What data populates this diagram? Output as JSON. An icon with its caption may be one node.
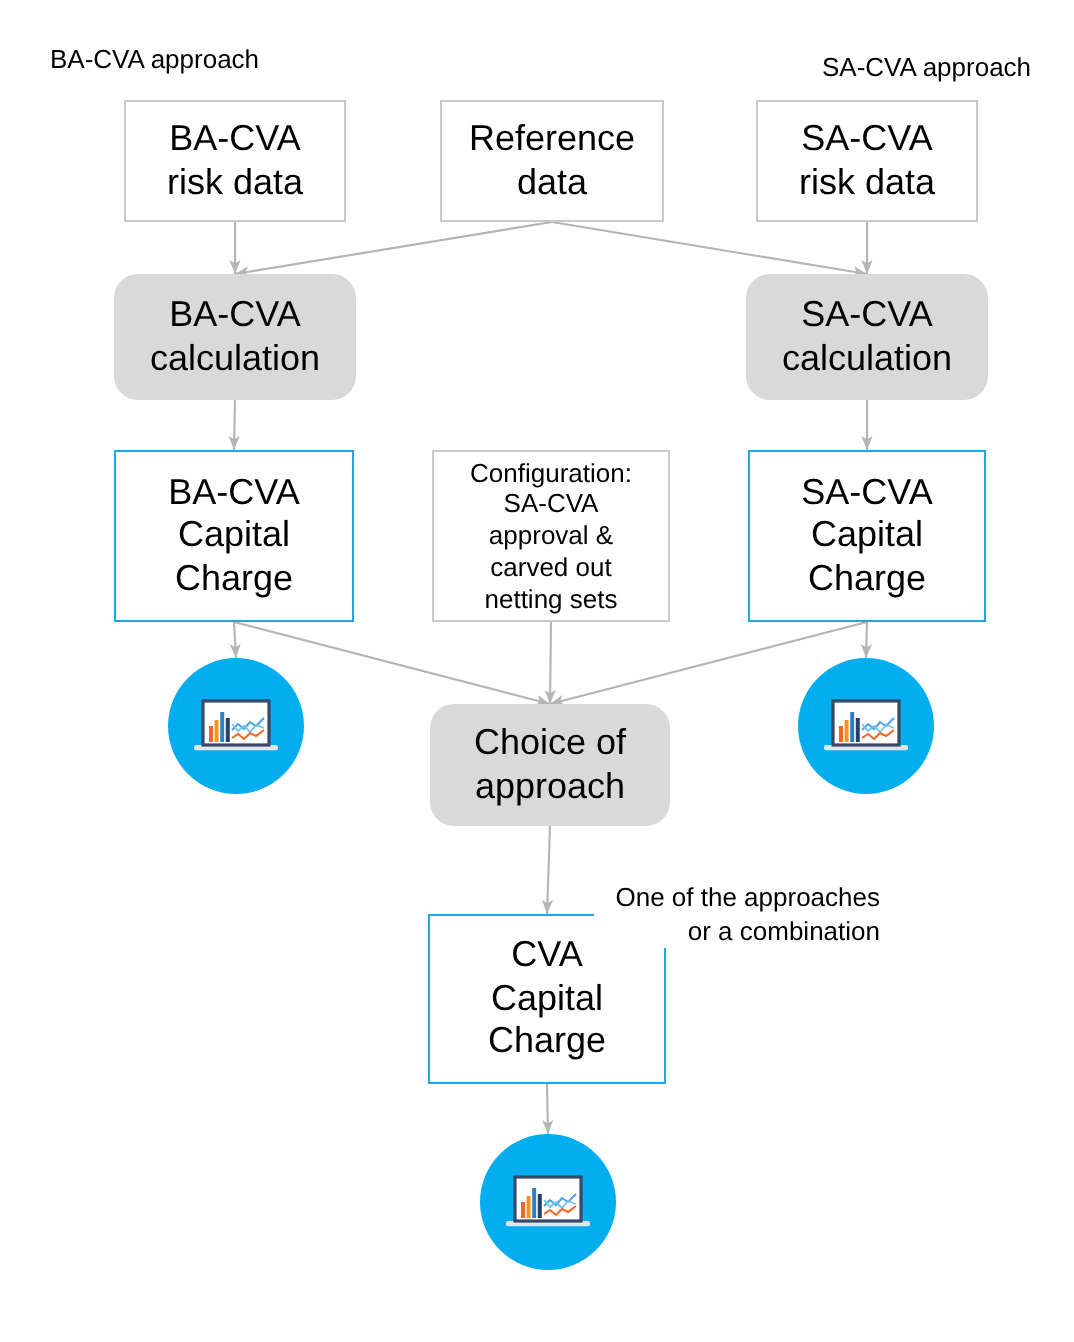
{
  "diagram": {
    "nodes": [
      {
        "text": [
          "BA-CVA risk data"
        ]
      },
      {
        "text": [
          "Reference data"
        ]
      },
      {
        "text": [
          "SA-CVA risk data"
        ]
      },
      {
        "text": [
          "BA-CVA calculation"
        ]
      },
      {
        "text": [
          "SA-CVA calculation"
        ]
      },
      {
        "text": [
          "BA-CVA Capital Charge"
        ]
      },
      {
        "text": [
          "Configuration: SA-CVA approval & carved out netting sets"
        ]
      },
      {
        "text": [
          "SA-CVA Capital Charge"
        ]
      },
      {
        "text": [],
        "shape": "picture"
      },
      {
        "text": [
          "Choice of approach"
        ]
      },
      {
        "text": [],
        "shape": "picture"
      },
      {
        "text": [
          "CVA Capital Charge"
        ]
      },
      {
        "text": [],
        "shape": "picture"
      }
    ],
    "edges": [
      {
        "from": 0,
        "to": 3,
        "arrow": "to"
      },
      {
        "from": 1,
        "to": 3,
        "arrow": "to"
      },
      {
        "from": 1,
        "to": 4,
        "arrow": "to"
      },
      {
        "from": 2,
        "to": 4,
        "arrow": "to"
      },
      {
        "from": 3,
        "to": 5,
        "arrow": "to"
      },
      {
        "from": 4,
        "to": 7,
        "arrow": "to"
      },
      {
        "from": 5,
        "to": 8,
        "arrow": "to"
      },
      {
        "from": 5,
        "to": 9,
        "arrow": "to"
      },
      {
        "from": 6,
        "to": 9,
        "arrow": "to"
      },
      {
        "from": 7,
        "to": 9,
        "arrow": "to"
      },
      {
        "from": 7,
        "to": 10,
        "arrow": "to"
      },
      {
        "from": 9,
        "to": 11,
        "arrow": "to",
        "label": "One of the approaches or a combination"
      },
      {
        "from": 11,
        "to": 12,
        "arrow": "to"
      }
    ],
    "labels": [
      "BA-CVA approach",
      "SA-CVA approach"
    ]
  }
}
